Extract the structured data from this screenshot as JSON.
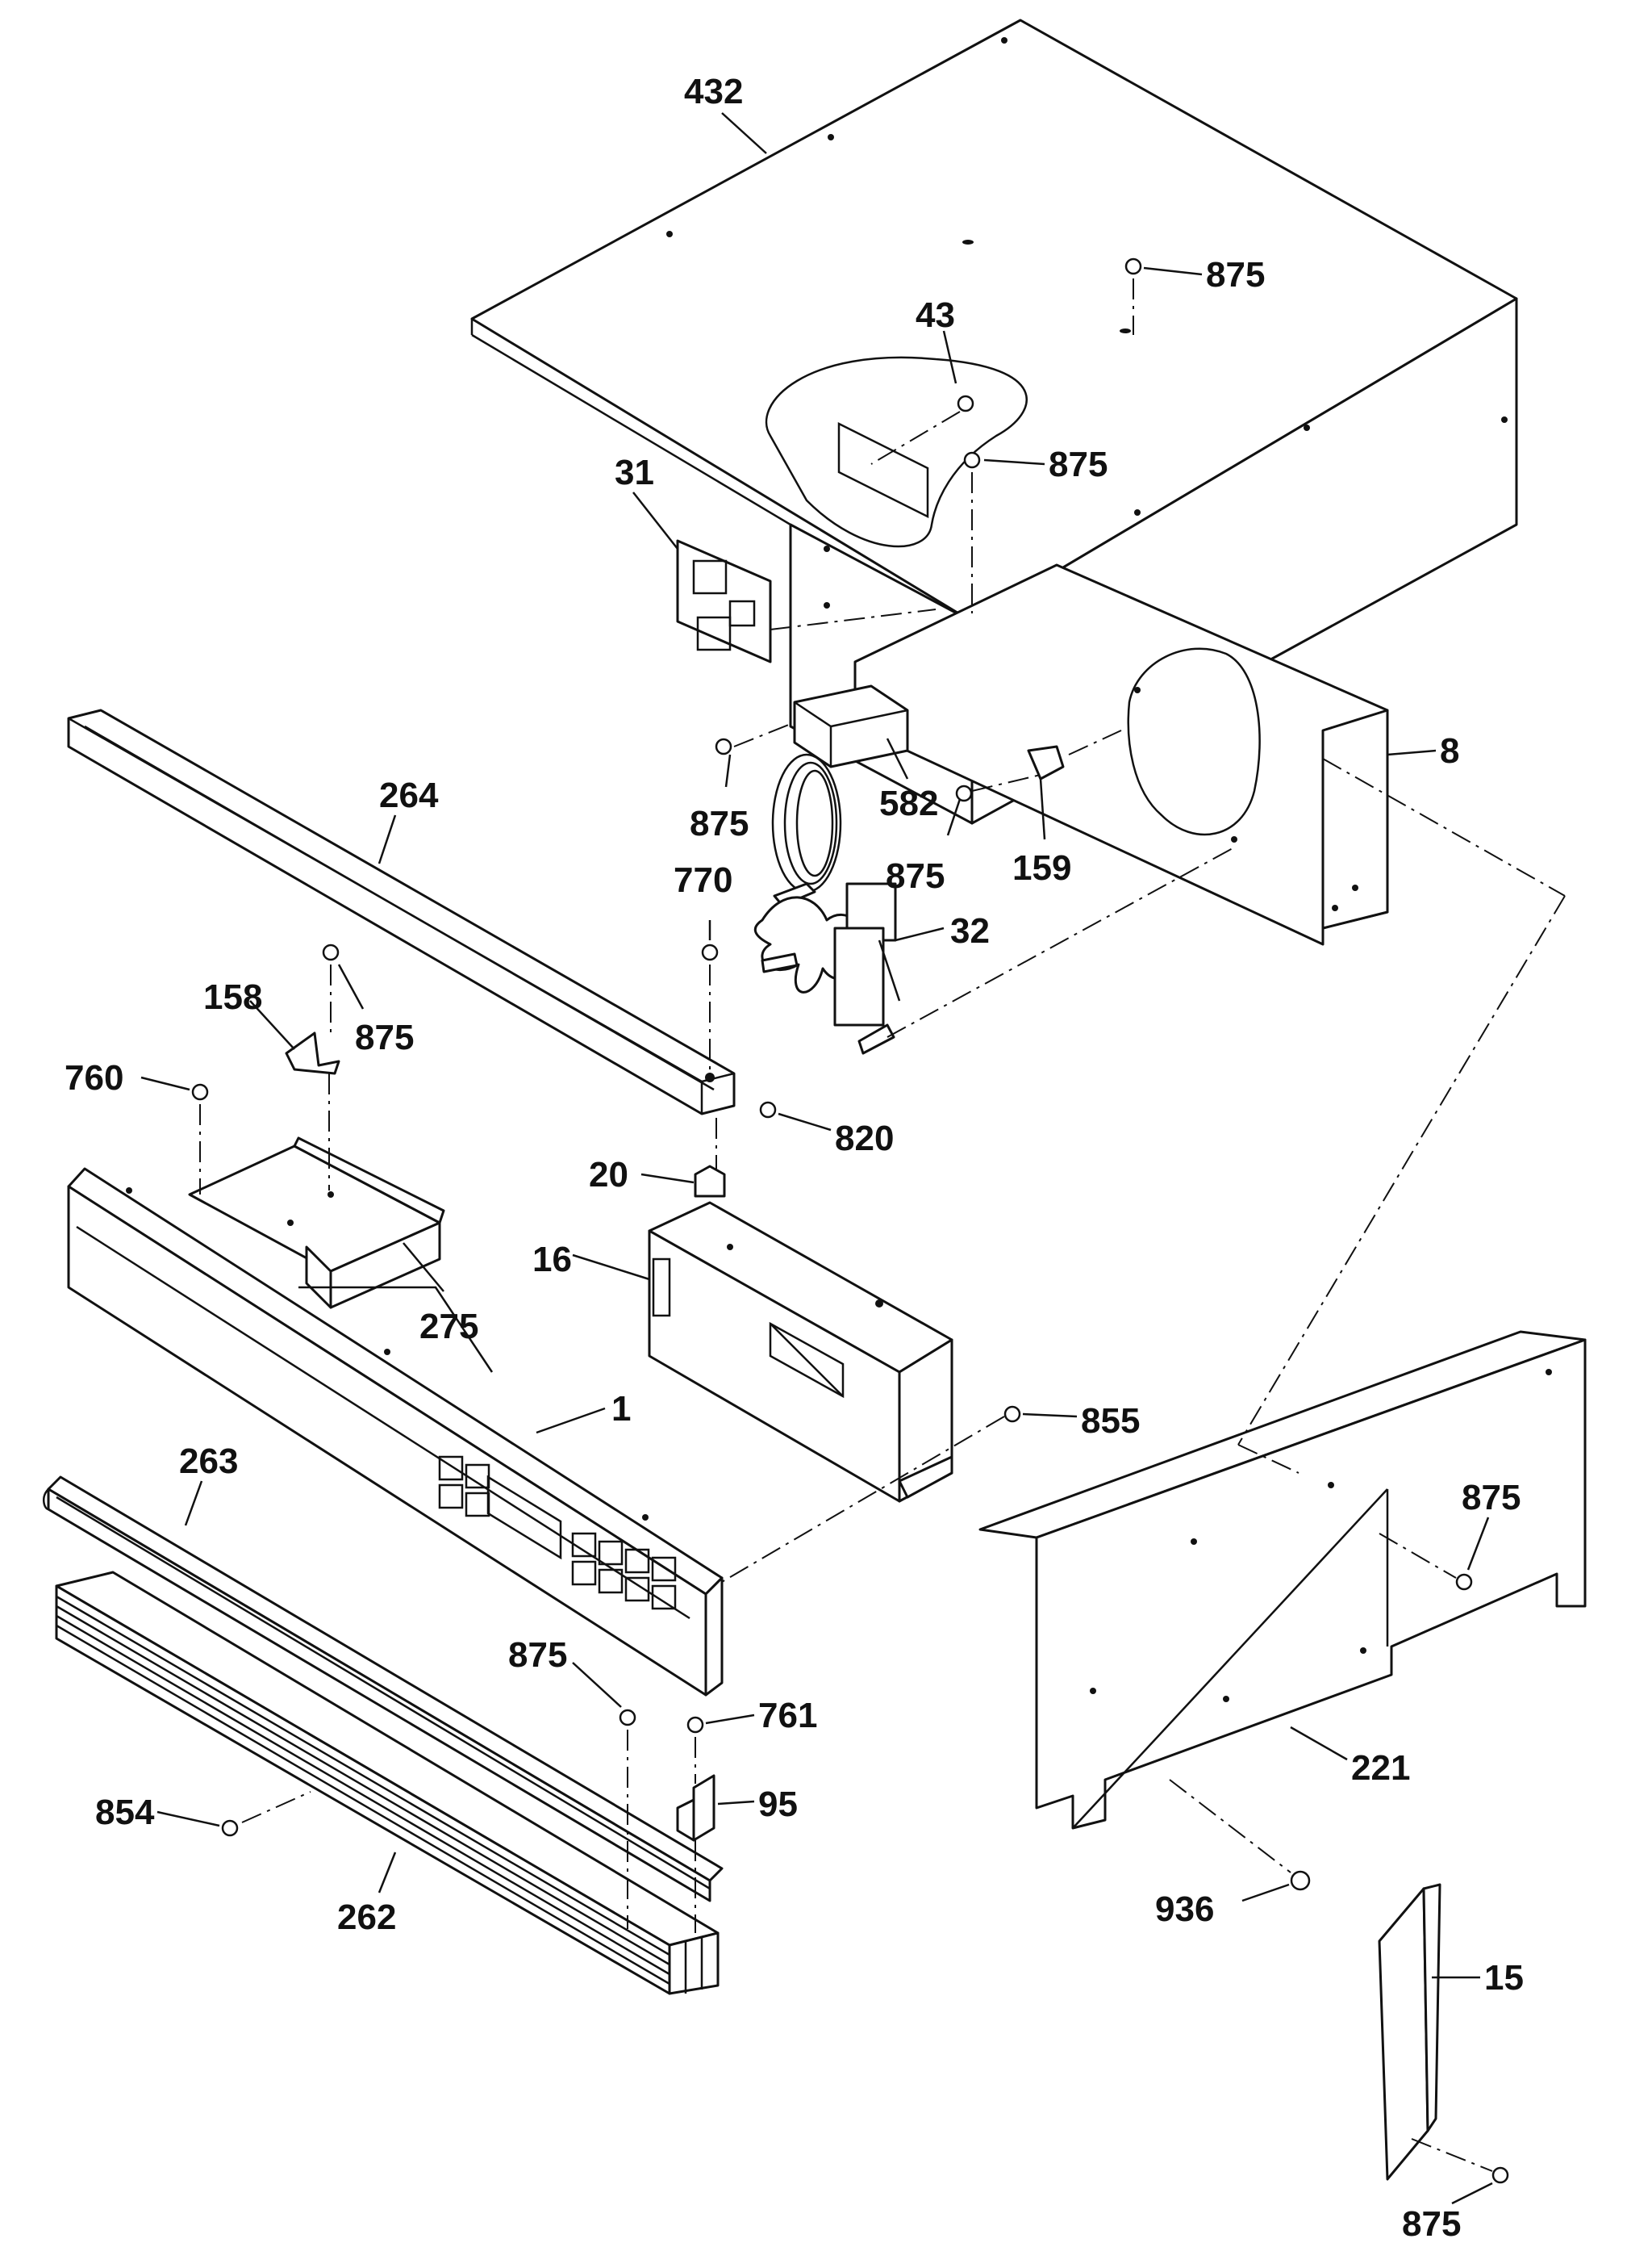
{
  "callouts": {
    "c432": "432",
    "c875_a": "875",
    "c43": "43",
    "c875_b": "875",
    "c31": "31",
    "c8": "8",
    "c264": "264",
    "c875_c": "875",
    "c582": "582",
    "c875_d": "875",
    "c159": "159",
    "c770": "770",
    "c32": "32",
    "c158": "158",
    "c875_e": "875",
    "c760": "760",
    "c820": "820",
    "c20": "20",
    "c16": "16",
    "c275": "275",
    "c1": "1",
    "c855": "855",
    "c263": "263",
    "c875_f": "875",
    "c875_g": "875",
    "c761": "761",
    "c95": "95",
    "c221": "221",
    "c854": "854",
    "c262": "262",
    "c936": "936",
    "c15": "15",
    "c875_h": "875"
  }
}
